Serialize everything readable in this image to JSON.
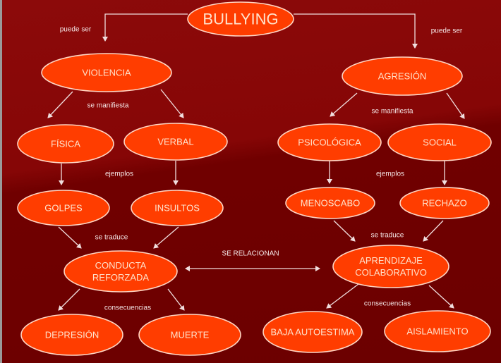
{
  "title": "BULLYING",
  "nodes": {
    "violencia": "VIOLENCIA",
    "agresion": "AGRESIÓN",
    "fisica": "FÍSICA",
    "verbal": "VERBAL",
    "psicologica": "PSICOLÓGICA",
    "social": "SOCIAL",
    "golpes": "GOLPES",
    "insultos": "INSULTOS",
    "menoscabo": "MENOSCABO",
    "rechazo": "RECHAZO",
    "conducta": [
      "CONDUCTA",
      "REFORZADA"
    ],
    "aprendizaje": [
      "APRENDIZAJE",
      "COLABORATIVO"
    ],
    "depresion": "DEPRESIÓN",
    "muerte": "MUERTE",
    "baja_autoestima": "BAJA AUTOESTIMA",
    "aislamiento": "AISLAMIENTO"
  },
  "links": {
    "puede_ser_left": "puede ser",
    "puede_ser_right": "puede ser",
    "se_manifiesta_left": "se manifiesta",
    "se_manifiesta_right": "se manifiesta",
    "ejemplos_left": "ejemplos",
    "ejemplos_right": "ejemplos",
    "se_traduce_left": "se traduce",
    "se_traduce_right": "se traduce",
    "se_relacionan": "SE RELACIONAN",
    "consecuencias_left": "consecuencias",
    "consecuencias_right": "consecuencias"
  },
  "colors": {
    "background": "#7a0000",
    "node_fill": "#ff3d00",
    "node_text": "#ffe2cc"
  }
}
